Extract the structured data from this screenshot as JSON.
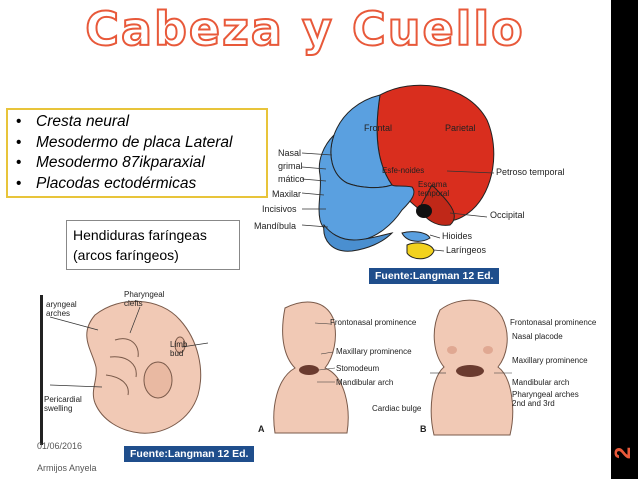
{
  "slide": {
    "title": "Cabeza y Cuello",
    "slide_number": "2",
    "footer_date": "01/06/2016",
    "footer_author": "Armijos Anyela"
  },
  "origins_list": [
    "Cresta neural",
    "Mesodermo de placa  Lateral",
    "Mesodermo 87ikparaxial",
    "Placodas ectodérmicas"
  ],
  "pharyngeal_box": {
    "line1": "Hendiduras faríngeas",
    "line2": "(arcos faríngeos)"
  },
  "skull_labels": {
    "frontal": "Frontal",
    "parietal": "Parietal",
    "nasal": "Nasal",
    "lagrimal": "grimal",
    "cigomatico": "mático",
    "maxilar": "Maxilar",
    "incisivos": "Incisivos",
    "mandibula": "Mandíbula",
    "esfenoides": "Esfe-noides",
    "escama": "Escama temporal",
    "petroso": "Petroso temporal",
    "occipital": "Occipital",
    "hioides": "Hioides",
    "laringeos": "Laríngeos"
  },
  "embryo_labels": {
    "pharyngeal_arches": "aryngeal arches",
    "pharyngeal_clefts": "Pharyngeal clefts",
    "limb_bud": "Limb bud",
    "pericardial": "Pericardial swelling"
  },
  "face_labels": {
    "frontonasal": "Frontonasal prominence",
    "maxillary": "Maxillary prominence",
    "stomodeum": "Stomodeum",
    "mandibular": "Mandibular arch",
    "frontonasal_b": "Frontonasal prominence",
    "nasal_placode": "Nasal placode",
    "maxillary_b": "Maxillary prominence",
    "mandibular_b": "Mandibular arch",
    "pharyngeal_arches_b": "Pharyngeal arches 2nd and 3rd",
    "cardiac_bulge": "Cardiac bulge",
    "panel_a": "A",
    "panel_b": "B"
  },
  "sources": {
    "top": "Fuente:Langman  12 Ed.",
    "bottom": "Fuente:Langman  12 Ed."
  },
  "colors": {
    "title_outline": "#e8593a",
    "neural_crest_blue": "#5aa0e0",
    "mesoderm_red": "#d92e1e",
    "hyoid_yellow": "#f2d21e",
    "source_bg": "#1f4e8c",
    "box_border": "#e8c43a"
  }
}
